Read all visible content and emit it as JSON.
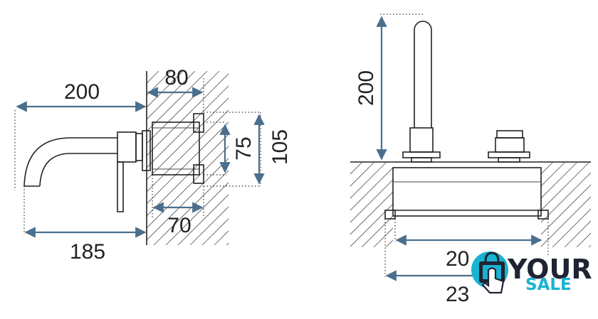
{
  "left_view": {
    "dims": {
      "d200": "200",
      "d80": "80",
      "d75": "75",
      "d105": "105",
      "d70": "70",
      "d185": "185"
    }
  },
  "right_view": {
    "dims": {
      "d200": "200",
      "d20x": "20",
      "d23x": "23"
    }
  },
  "watermark": {
    "word1": "YOUR",
    "word2": "SALE",
    "color_dark": "#1f2433",
    "color_accent": "#19b3d2"
  },
  "colors": {
    "arrow": "#4a6f8e",
    "line": "#222222"
  }
}
